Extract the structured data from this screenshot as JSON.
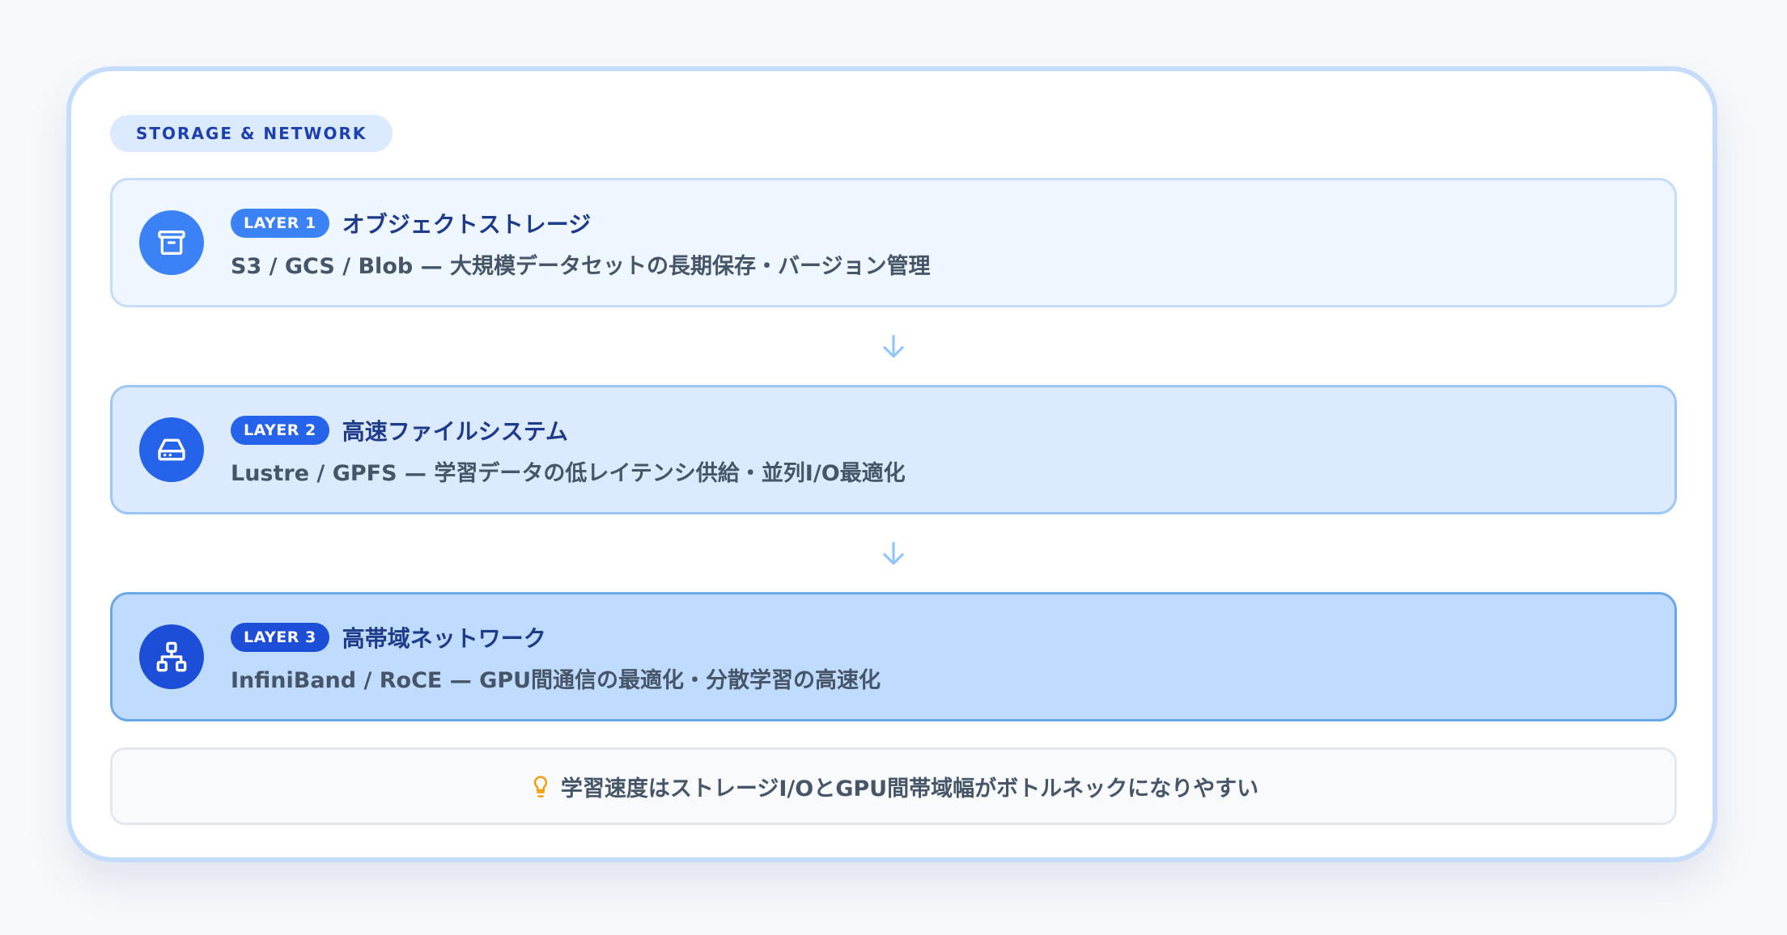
{
  "tag": "STORAGE & NETWORK",
  "layers": [
    {
      "badge": "LAYER 1",
      "title": "オブジェクトストレージ",
      "description": "S3 / GCS / Blob — 大規模データセットの長期保存・バージョン管理",
      "icon": "archive-box-icon",
      "color": "#3b82f6"
    },
    {
      "badge": "LAYER 2",
      "title": "高速ファイルシステム",
      "description": "Lustre / GPFS — 学習データの低レイテンシ供給・並列I/O最適化",
      "icon": "hard-drive-icon",
      "color": "#2563eb"
    },
    {
      "badge": "LAYER 3",
      "title": "高帯域ネットワーク",
      "description": "InfiniBand / RoCE — GPU間通信の最適化・分散学習の高速化",
      "icon": "network-icon",
      "color": "#1d4ed8"
    }
  ],
  "note": {
    "icon": "lightbulb-icon",
    "text": "学習速度はストレージI/OとGPU間帯域幅がボトルネックになりやすい",
    "icon_color": "#f59e0b"
  }
}
